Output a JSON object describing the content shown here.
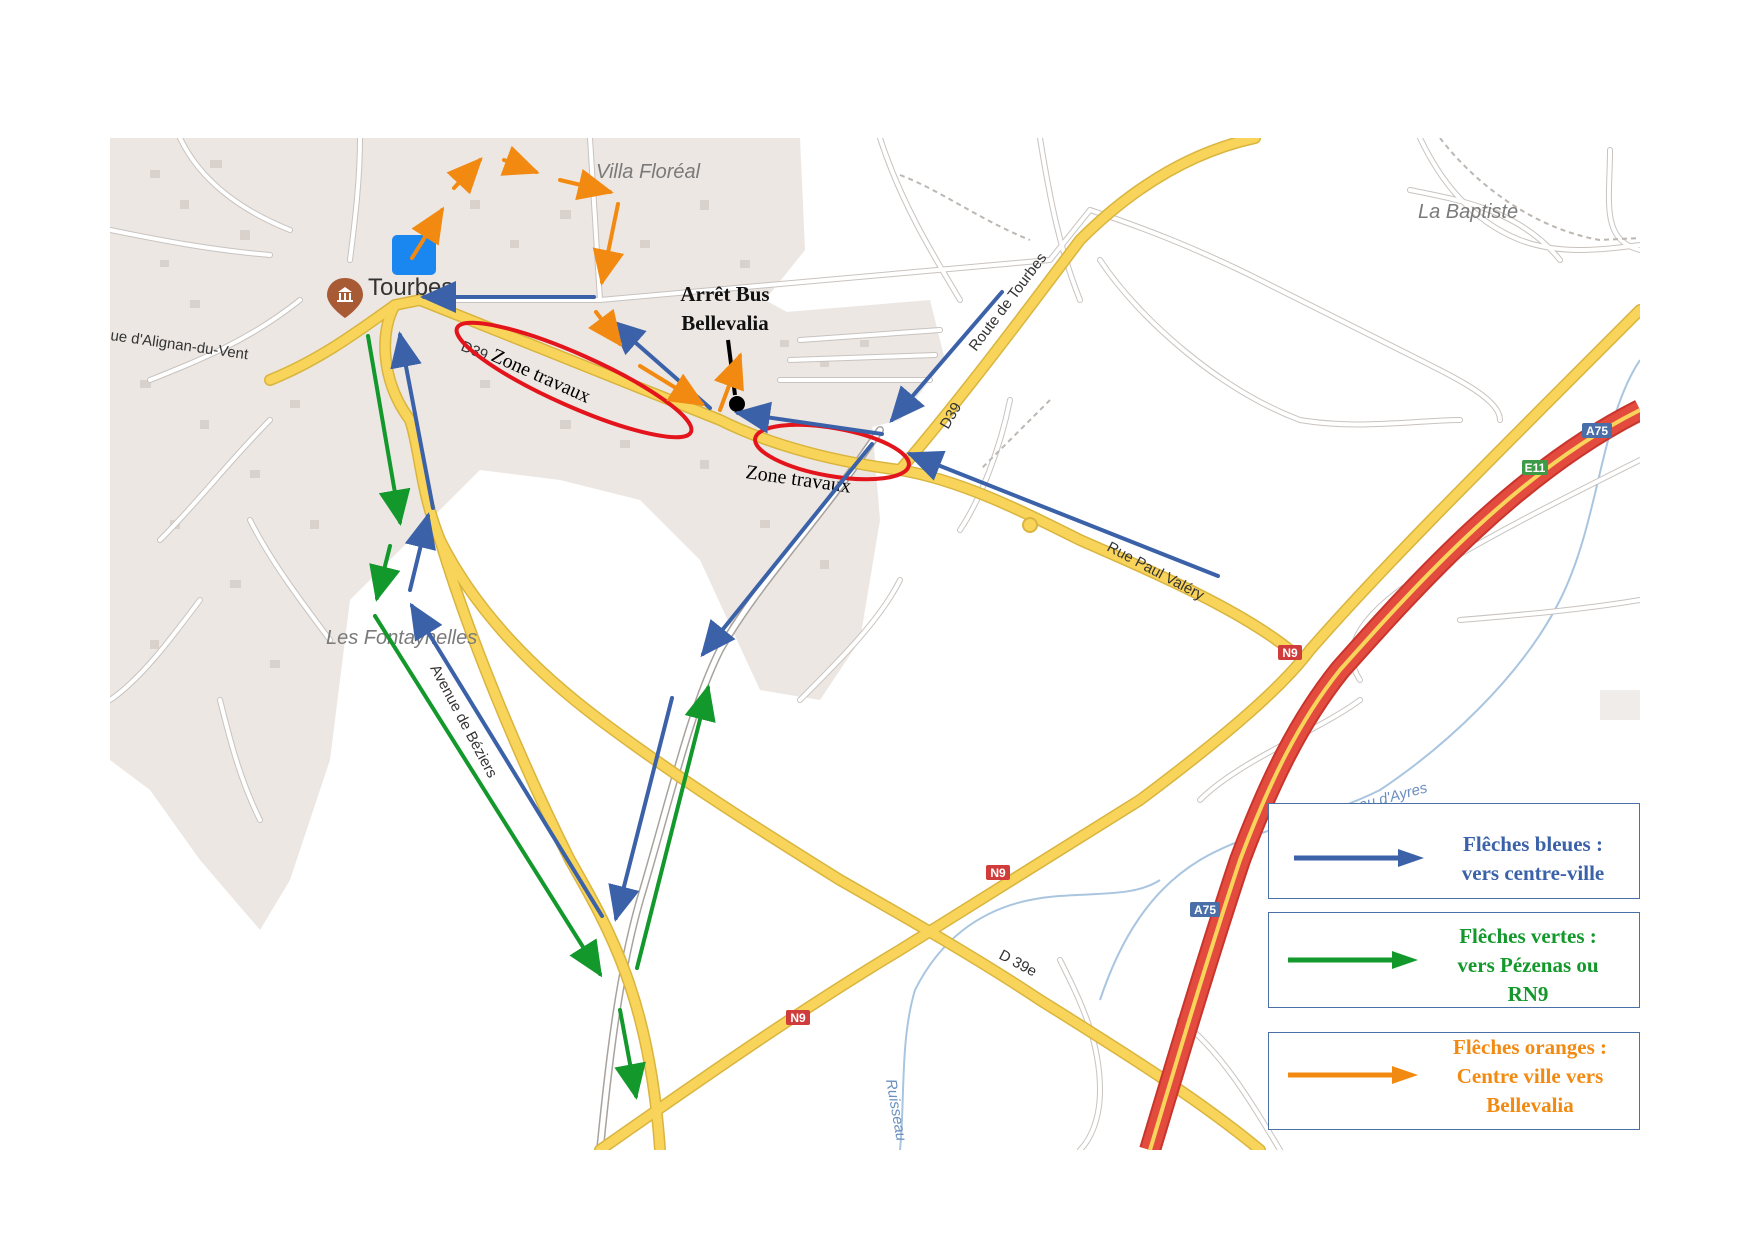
{
  "map": {
    "places": {
      "town": "Tourbes",
      "villa": "Villa Floréal",
      "baptiste": "La Baptiste",
      "fontaynelles": "Les Fontaynelles"
    },
    "streets": {
      "alignan": "ue d'Alignan-du-Vent",
      "route_tourbes": "Route de Tourbes",
      "paul_valery": "Rue Paul Valéry",
      "beziers": "Avenue de Béziers",
      "ruisseau_ayres": "Ruisseau d'Ayres",
      "ruisseau": "Ruisseau"
    },
    "road_refs": {
      "d39": "D39",
      "d39e": "D 39e",
      "n9": "N9",
      "a75": "A75",
      "e11": "E11"
    },
    "zones": {
      "zone1": "Zone travaux",
      "zone2": "Zone travaux"
    },
    "bus_stop": {
      "line1": "Arrêt Bus",
      "line2": "Bellevalia"
    },
    "icons": [
      "museum-pin-icon",
      "bus-stop-marker-icon",
      "bus-stop-dot-icon"
    ]
  },
  "legend": {
    "blue": {
      "line1": "Flêches bleues :",
      "line2": "vers centre-ville",
      "color": "#3b62a8"
    },
    "green": {
      "line1": "Flêches vertes :",
      "line2": "vers Pézenas ou",
      "line3": "RN9",
      "color": "#13982c"
    },
    "orange": {
      "line1": "Flêches oranges :",
      "line2": "Centre ville vers",
      "line3": "Bellevalia",
      "color": "#f28a12"
    }
  },
  "colors": {
    "urban_area": "#ece7e3",
    "minor_road": "#ffffff",
    "primary_road": "#f8d45a",
    "motorway": "#e34b3f",
    "work_zone": "#e3141c",
    "water": "#a9c5e0"
  }
}
